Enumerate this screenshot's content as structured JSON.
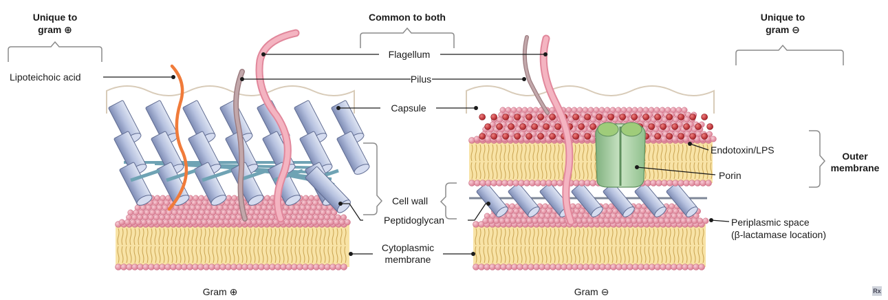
{
  "headers": {
    "unique_gram_pos": [
      "Unique to",
      "gram ⊕"
    ],
    "common": "Common to both",
    "unique_gram_neg": [
      "Unique to",
      "gram ⊖"
    ],
    "outer_membrane": [
      "Outer",
      "membrane"
    ]
  },
  "labels": {
    "lipoteichoic_acid": "Lipoteichoic acid",
    "flagellum": "Flagellum",
    "pilus": "Pilus",
    "capsule": "Capsule",
    "cell_wall": "Cell wall",
    "peptidoglycan": "Peptidoglycan",
    "cytoplasmic_membrane": [
      "Cytoplasmic",
      "membrane"
    ],
    "endotoxin_lps": "Endotoxin/LPS",
    "porin": "Porin",
    "periplasmic_space": [
      "Periplasmic space",
      "(β-lactamase location)"
    ]
  },
  "captions": {
    "gram_pos": "Gram ⊕",
    "gram_neg": "Gram ⊖"
  },
  "logo": "Rx",
  "colors": {
    "lipid_head": "#e79aab",
    "lipid_tail": "#f8e3a6",
    "peptidoglycan": "#b6c1df",
    "crosslink": "#6fa3b4",
    "flagellum": "#f2a6b5",
    "pilus": "#b89a9e",
    "lipoteichoic": "#f07b3a",
    "lps": "#c4272c",
    "porin": "#a9d0a5",
    "capsule_line": "#d8cbb8"
  }
}
